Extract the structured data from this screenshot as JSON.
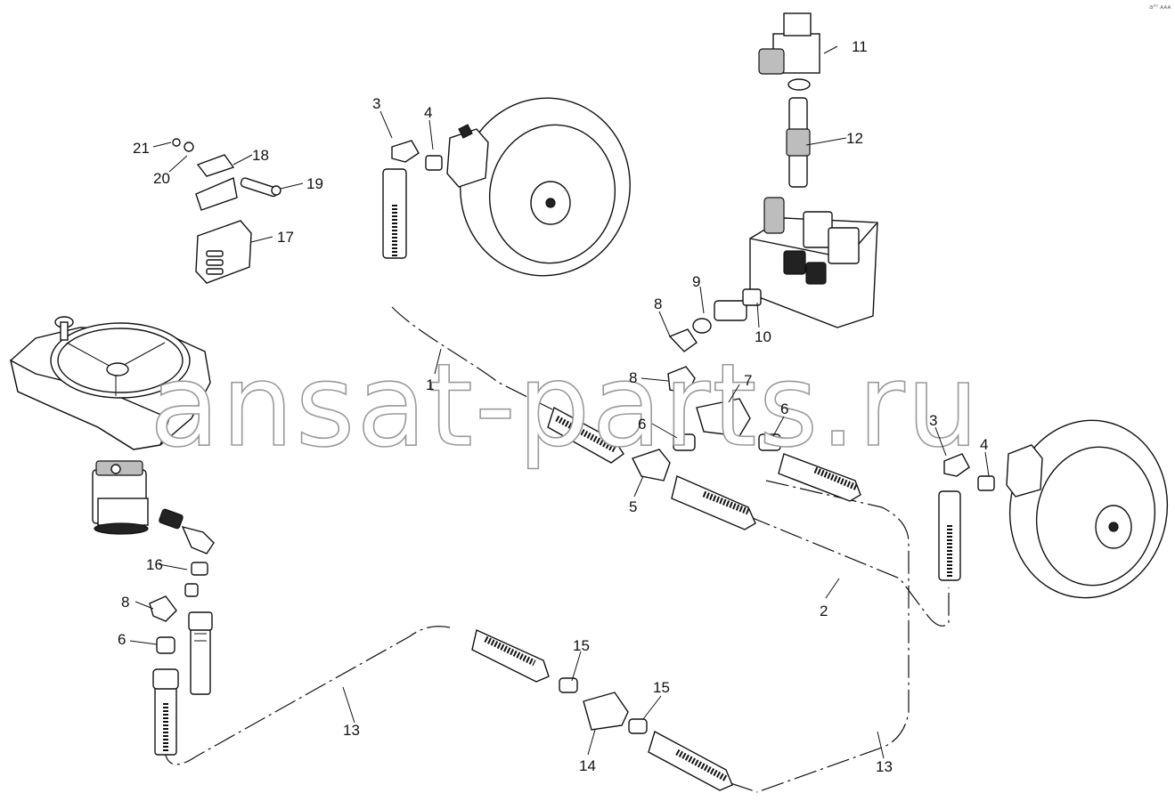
{
  "diagram": {
    "callouts": {
      "c1": "1",
      "c2": "2",
      "c3a": "3",
      "c3b": "3",
      "c4a": "4",
      "c4b": "4",
      "c5": "5",
      "c6a": "6",
      "c6b": "6",
      "c6c": "6",
      "c7": "7",
      "c8a": "8",
      "c8b": "8",
      "c8c": "8",
      "c9": "9",
      "c10": "10",
      "c11": "11",
      "c12": "12",
      "c13a": "13",
      "c13b": "13",
      "c14": "14",
      "c15a": "15",
      "c15b": "15",
      "c16": "16",
      "c17": "17",
      "c18": "18",
      "c19": "19",
      "c20": "20",
      "c21": "21"
    },
    "watermark": "ansat-parts.ru",
    "corner_mark": "a²⁰ ᴀᴀᴀ"
  }
}
